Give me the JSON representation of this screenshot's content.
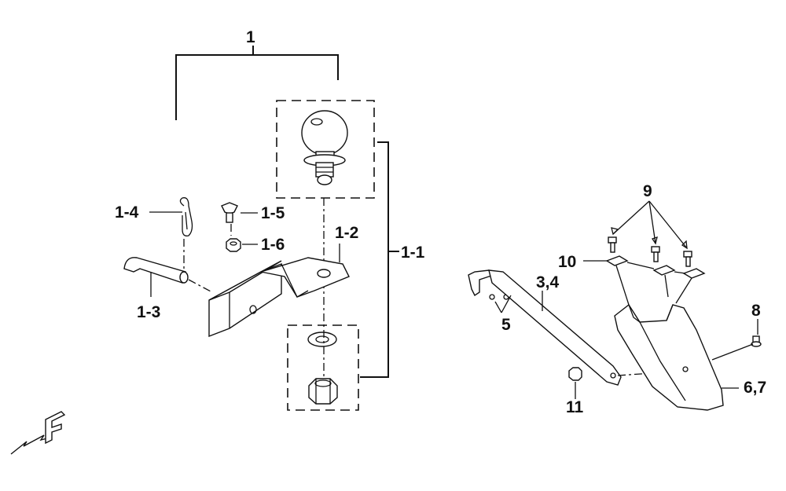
{
  "callouts": {
    "c1": "1",
    "c1_1": "1-1",
    "c1_2": "1-2",
    "c1_3": "1-3",
    "c1_4": "1-4",
    "c1_5": "1-5",
    "c1_6": "1-6",
    "c3_4": "3,4",
    "c5": "5",
    "c6_7": "6,7",
    "c8": "8",
    "c9": "9",
    "c10": "10",
    "c11": "11"
  },
  "front_marker": "F",
  "colors": {
    "ink": "#111111",
    "background": "#ffffff"
  }
}
